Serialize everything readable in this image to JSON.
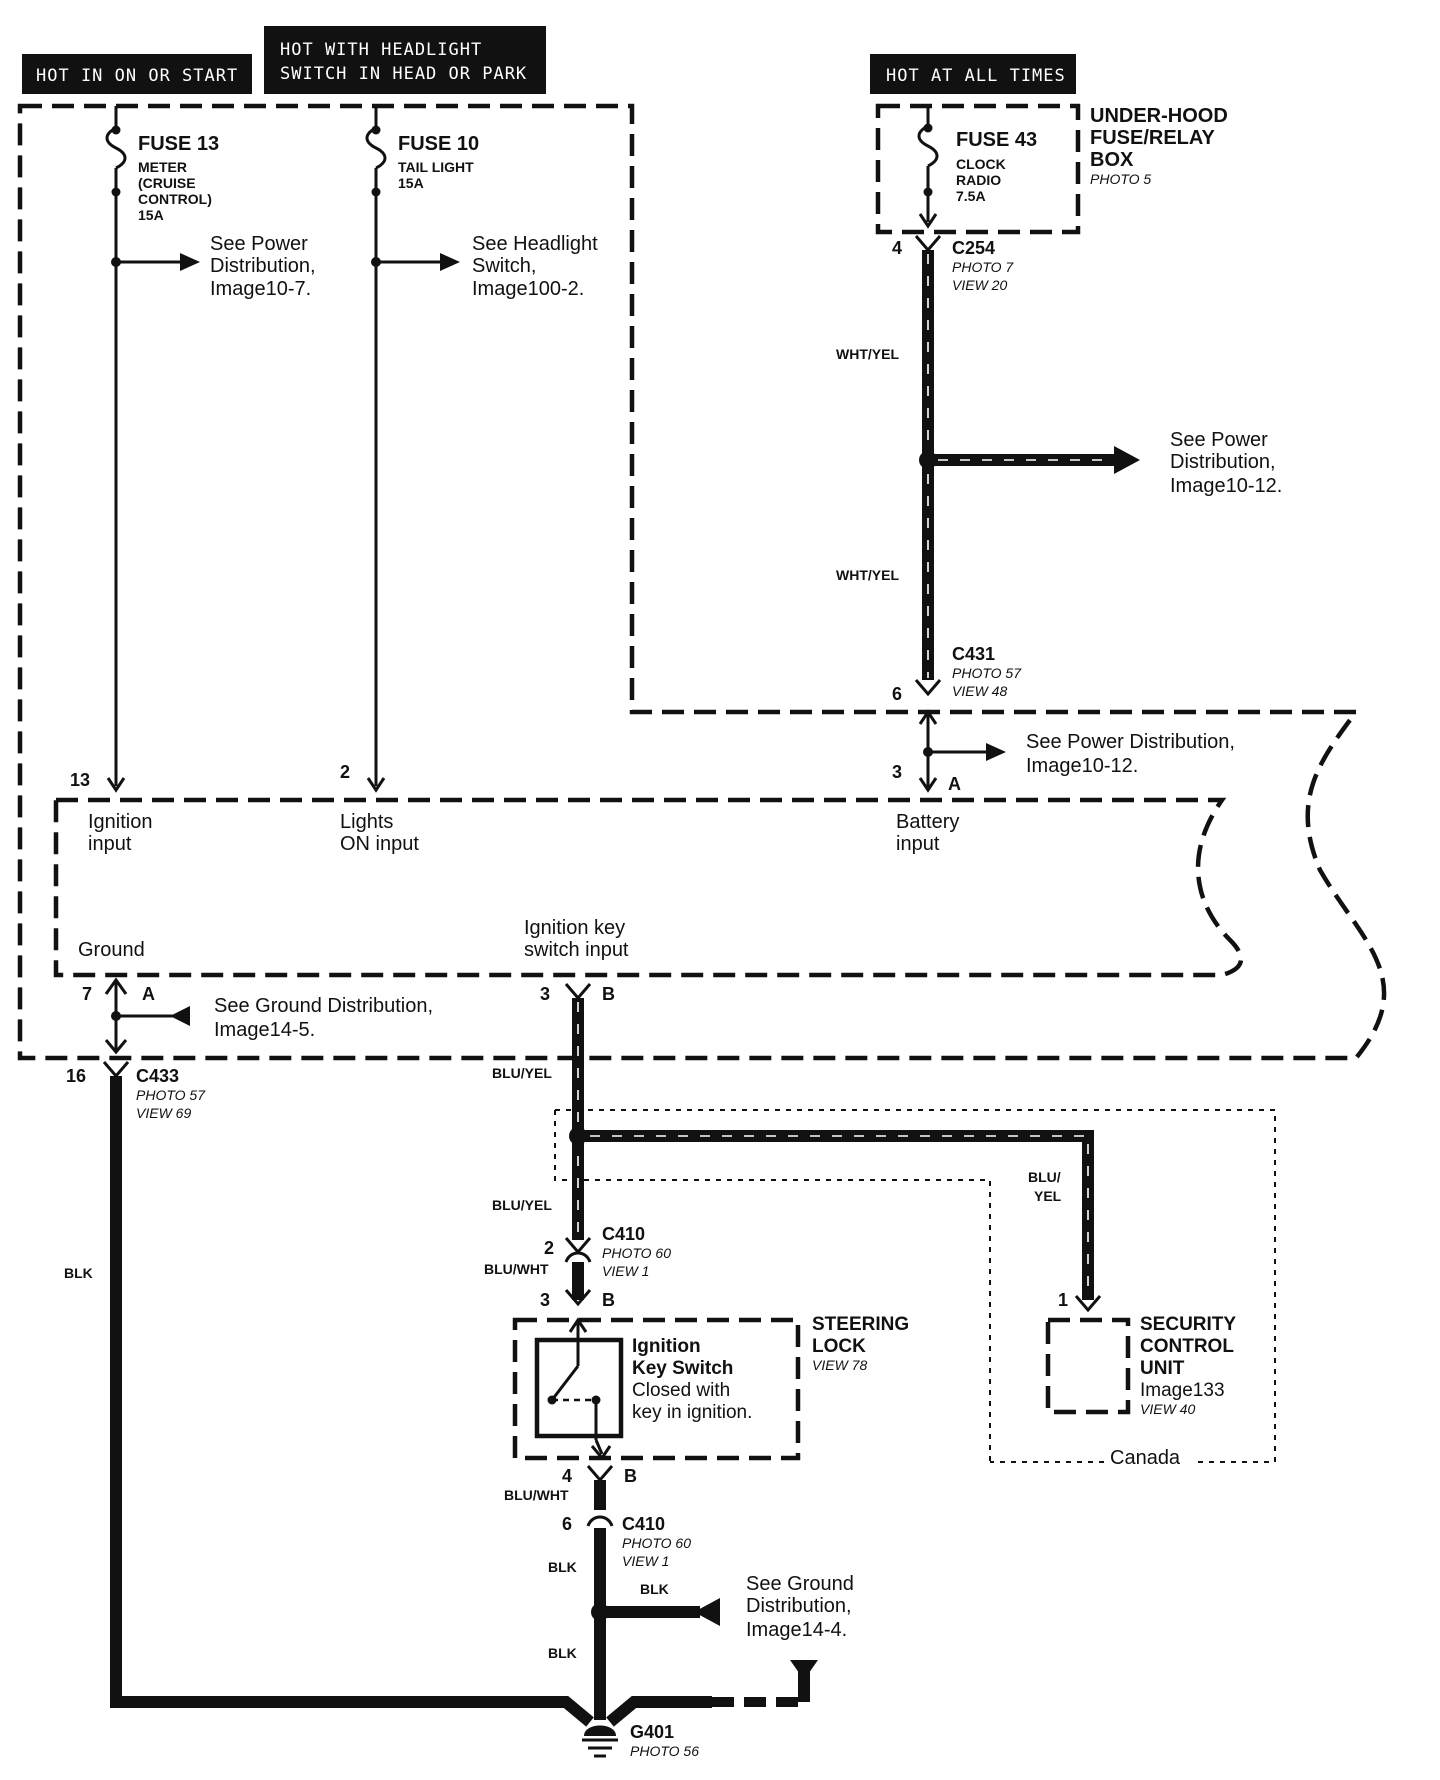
{
  "headers": {
    "hot_in_on": "HOT IN ON OR START",
    "hot_headlight_1": "HOT WITH HEADLIGHT",
    "hot_headlight_2": "SWITCH IN HEAD OR PARK",
    "hot_all_times": "HOT AT ALL TIMES"
  },
  "fuses": {
    "f13_name": "FUSE 13",
    "f13_desc1": "METER",
    "f13_desc2": "(CRUISE",
    "f13_desc3": "CONTROL)",
    "f13_amp": "15A",
    "f10_name": "FUSE 10",
    "f10_desc": "TAIL LIGHT",
    "f10_amp": "15A",
    "f43_name": "FUSE 43",
    "f43_desc1": "CLOCK",
    "f43_desc2": "RADIO",
    "f43_amp": "7.5A"
  },
  "underhood": {
    "line1": "UNDER-HOOD",
    "line2": "FUSE/RELAY",
    "line3": "BOX",
    "photo": "PHOTO 5"
  },
  "refs": {
    "pd_10_7_1": "See Power",
    "pd_10_7_2": "Distribution,",
    "pd_10_7_3": "Image10-7.",
    "hs_1": "See Headlight",
    "hs_2": "Switch,",
    "hs_3": "Image100-2.",
    "pd_10_12a_1": "See Power",
    "pd_10_12a_2": "Distribution,",
    "pd_10_12a_3": "Image10-12.",
    "pd_10_12b_1": "See Power Distribution,",
    "pd_10_12b_2": "Image10-12.",
    "gd_14_5_1": "See Ground Distribution,",
    "gd_14_5_2": "Image14-5.",
    "gd_14_4_1": "See Ground",
    "gd_14_4_2": "Distribution,",
    "gd_14_4_3": "Image14-4."
  },
  "connectors": {
    "c254": "C254",
    "c254_photo": "PHOTO 7",
    "c254_view": "VIEW 20",
    "c431": "C431",
    "c431_photo": "PHOTO 57",
    "c431_view": "VIEW 48",
    "c433": "C433",
    "c433_photo": "PHOTO 57",
    "c433_view": "VIEW 69",
    "c410a": "C410",
    "c410a_photo": "PHOTO 60",
    "c410a_view": "VIEW 1",
    "c410b": "C410",
    "c410b_photo": "PHOTO 60",
    "c410b_view": "VIEW 1",
    "g401": "G401",
    "g401_photo": "PHOTO 56"
  },
  "pins": {
    "p4_c254": "4",
    "p6_c431": "6",
    "p13": "13",
    "p2": "2",
    "p3_batt": "3",
    "pA_batt": "A",
    "p7": "7",
    "pA_gnd": "A",
    "p3_key": "3",
    "pB_key": "B",
    "p16": "16",
    "p2_c410": "2",
    "p3_sl": "3",
    "pB_sl": "B",
    "p4_sl": "4",
    "pB_sl2": "B",
    "p6_c410": "6",
    "p1_scu": "1"
  },
  "wires": {
    "wy1": "WHT/YEL",
    "wy2": "WHT/YEL",
    "by1": "BLU/YEL",
    "by2": "BLU/YEL",
    "by3a": "BLU/",
    "by3b": "YEL",
    "bw1": "BLU/WHT",
    "bw2": "BLU/WHT",
    "blk1": "BLK",
    "blk2": "BLK",
    "blk3": "BLK",
    "blk4": "BLK"
  },
  "unit_inputs": {
    "ign1": "Ignition",
    "ign2": "input",
    "lights1": "Lights",
    "lights2": "ON input",
    "batt1": "Battery",
    "batt2": "input",
    "ground": "Ground",
    "key1": "Ignition key",
    "key2": "switch input"
  },
  "steering": {
    "title1": "STEERING",
    "title2": "LOCK",
    "view": "VIEW 78",
    "sw1": "Ignition",
    "sw2": "Key Switch",
    "sw3": "Closed with",
    "sw4": "key in ignition."
  },
  "security": {
    "l1": "SECURITY",
    "l2": "CONTROL",
    "l3": "UNIT",
    "img": "Image133",
    "view": "VIEW 40",
    "region": "Canada"
  }
}
